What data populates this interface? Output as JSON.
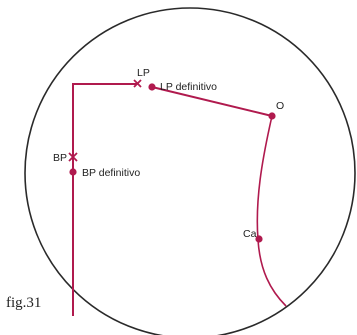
{
  "figure_caption": "fig.31",
  "labels": {
    "lp": "LP",
    "lp_definitivo": "LP definitivo",
    "o": "O",
    "bp": "BP",
    "bp_definitivo": "BP definitivo",
    "ca": "Ca"
  },
  "colors": {
    "line": "#b01a4e",
    "circle": "#2a2a2a",
    "text": "#222222",
    "background": "#ffffff"
  },
  "markers": {
    "cross_icon": "x-cross",
    "point_icon": "filled-dot"
  }
}
